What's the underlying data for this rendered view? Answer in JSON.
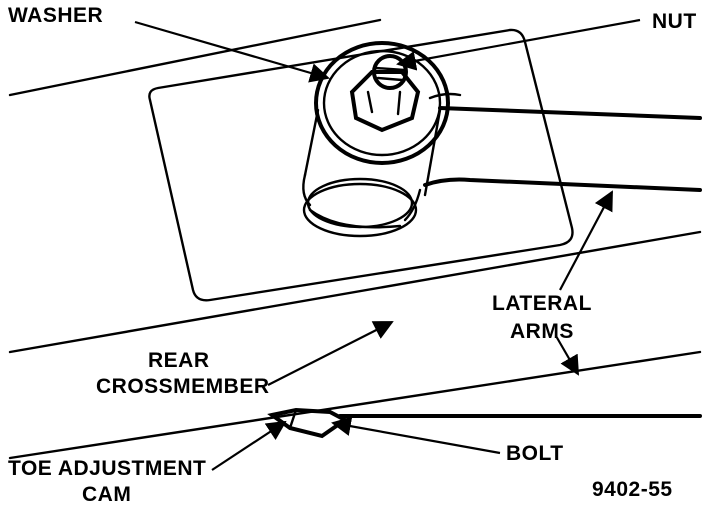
{
  "labels": {
    "washer": "WASHER",
    "nut": "NUT",
    "lateral_line1": "LATERAL",
    "lateral_line2": "ARMS",
    "rear_line1": "REAR",
    "rear_line2": "CROSSMEMBER",
    "bolt": "BOLT",
    "toe_line1": "TOE ADJUSTMENT",
    "toe_line2": "CAM",
    "figure_id": "9402-55"
  }
}
